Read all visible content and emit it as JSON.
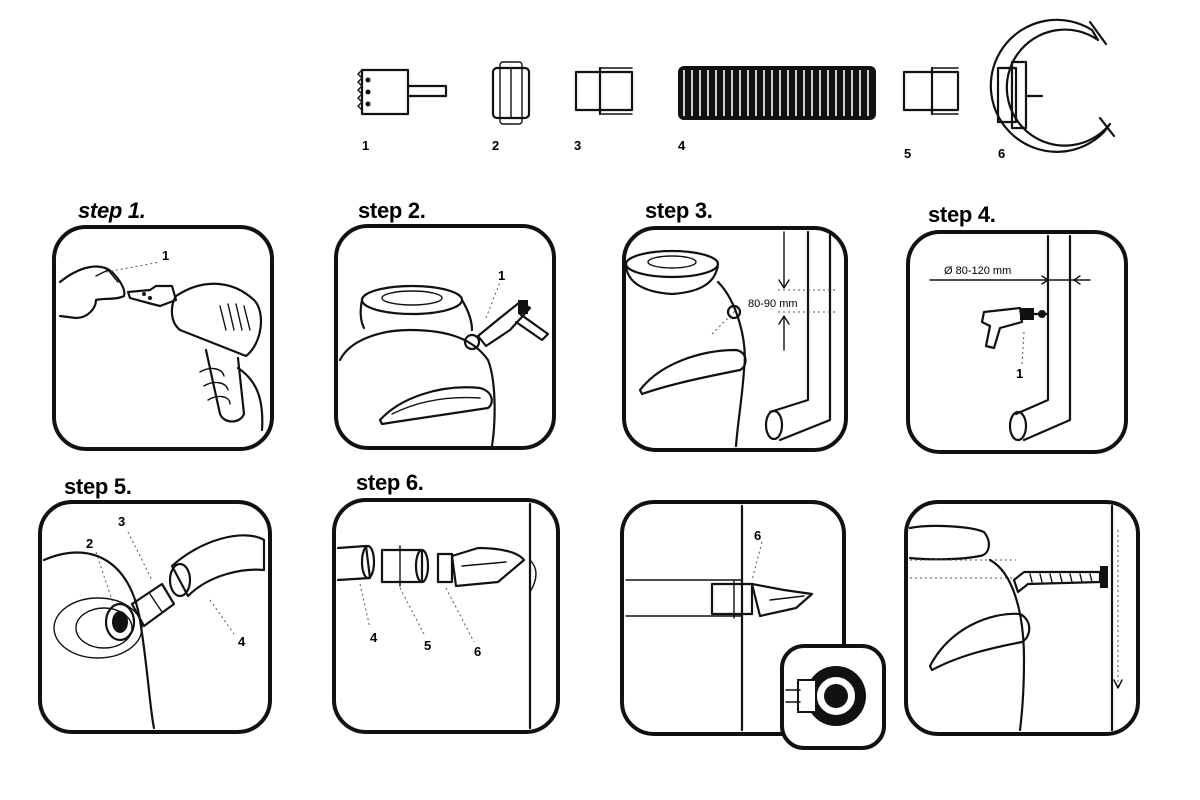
{
  "parts": [
    {
      "label": "1",
      "icon": "hole-saw-icon"
    },
    {
      "label": "2",
      "icon": "seal-ring-icon"
    },
    {
      "label": "3",
      "icon": "adapter-connector-icon"
    },
    {
      "label": "4",
      "icon": "corrugated-hose-icon"
    },
    {
      "label": "5",
      "icon": "adapter-connector-icon"
    },
    {
      "label": "6",
      "icon": "downpipe-clamp-icon"
    }
  ],
  "steps": [
    {
      "title": "step 1.",
      "callouts": [
        "1"
      ]
    },
    {
      "title": "step 2.",
      "callouts": [
        "1"
      ]
    },
    {
      "title": "step 3.",
      "dimension": "80-90 mm"
    },
    {
      "title": "step 4.",
      "dimension": "Ø 80-120 mm",
      "callouts": [
        "1"
      ]
    },
    {
      "title": "step 5.",
      "callouts": [
        "2",
        "3",
        "4"
      ]
    },
    {
      "title": "step 6.",
      "callouts": [
        "4",
        "5",
        "6"
      ]
    },
    {
      "title": "",
      "callouts": [
        "6"
      ]
    },
    {
      "title": "",
      "callouts": []
    }
  ]
}
